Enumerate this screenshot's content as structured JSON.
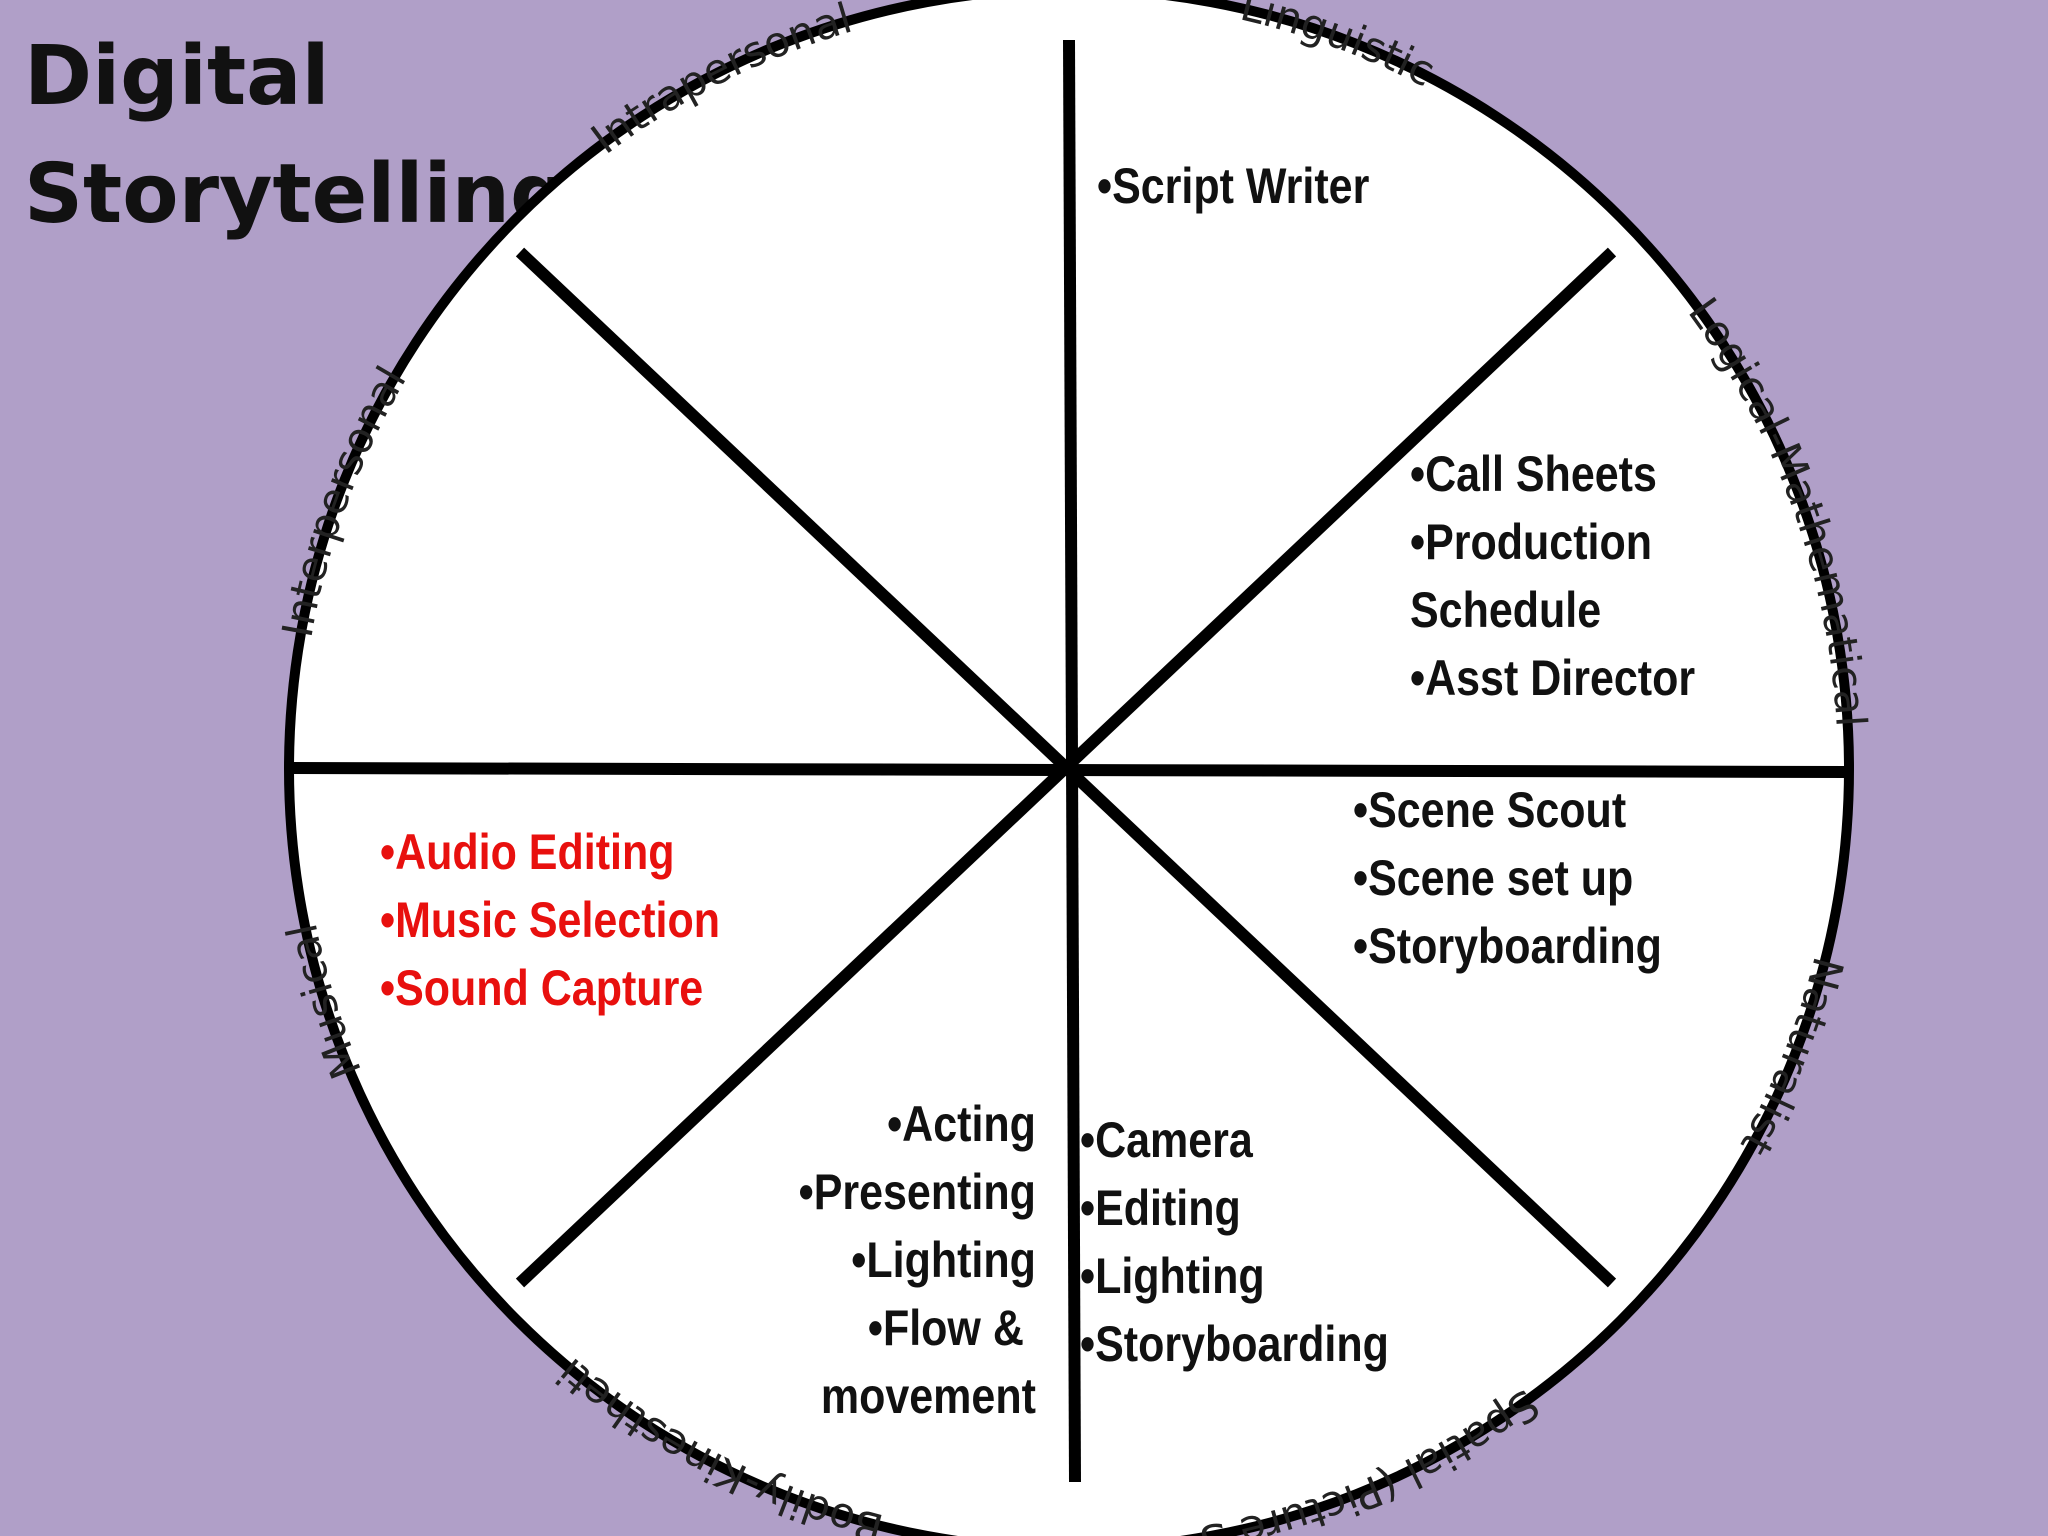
{
  "title": {
    "line1": "Digital",
    "line2": "Storytelling"
  },
  "colors": {
    "background": "#b09fc8",
    "wheel_fill": "#ffffff",
    "stroke": "#000000",
    "highlight_text": "#e8100e"
  },
  "intelligences": [
    "Linguistic",
    "Logical-Mathematical",
    "Naturalist",
    "Spatial (Picture S",
    "Bodily-Kinestheti",
    "Musical",
    "Interpersonal",
    "Intrapersonal"
  ],
  "segments": {
    "linguistic": [
      "Script Writer"
    ],
    "logical": [
      "Call Sheets",
      "Production",
      "Schedule",
      "Asst Director"
    ],
    "naturalist": [
      "Scene Scout",
      "Scene set up",
      "Storyboarding"
    ],
    "spatial": [
      "Camera",
      "Editing",
      "Lighting",
      "Storyboarding"
    ],
    "bodily": [
      "Acting",
      "Presenting",
      "Lighting",
      "Flow &",
      "movement"
    ],
    "musical": [
      "Audio Editing",
      "Music Selection",
      "Sound Capture"
    ]
  }
}
